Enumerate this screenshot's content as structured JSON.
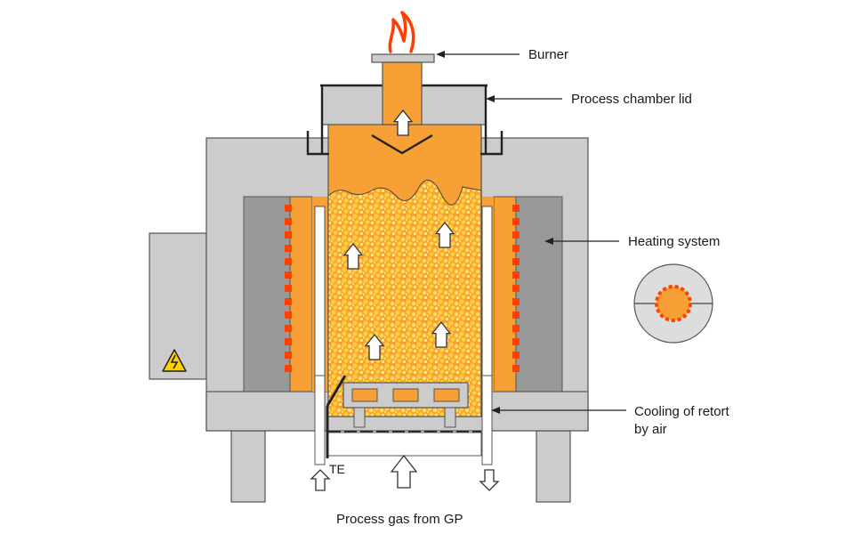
{
  "labels": {
    "burner": "Burner",
    "lid": "Process chamber lid",
    "heating": "Heating system",
    "cooling_line1": "Cooling of retort",
    "cooling_line2": "by air",
    "te": "TE",
    "process_gas": "Process gas from GP"
  },
  "icons": {
    "warning": "high-voltage-warning-icon",
    "flame": "flame-icon"
  },
  "colors": {
    "housing": "#cccccc",
    "insulation": "#999999",
    "orange": "#f7a035",
    "heater": "#ff4000",
    "granule": "#ffd23a",
    "flame": "#ff3d00",
    "outline": "#333333",
    "warning_yellow": "#ffd200"
  }
}
